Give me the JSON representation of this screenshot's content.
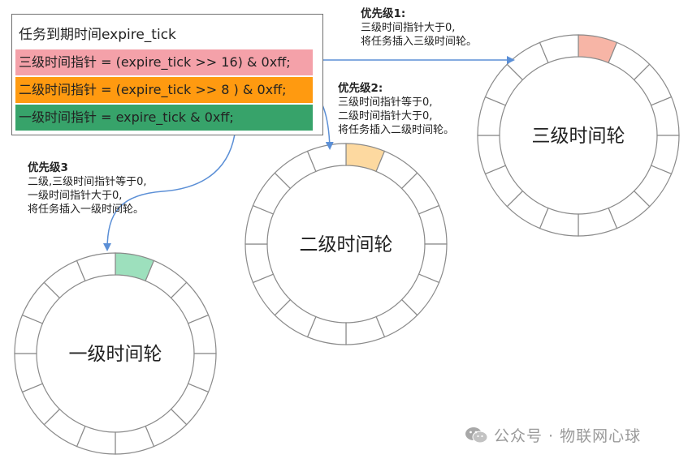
{
  "formula_box": {
    "title": "任务到期时间expire_tick",
    "rows": [
      {
        "text": "三级时间指针 = (expire_tick >> 16) & 0xff;",
        "color": "#f4a1a9"
      },
      {
        "text": "二级时间指针 = (expire_tick >> 8 ) & 0xff;",
        "color": "#ff9a10"
      },
      {
        "text": "一级时间指针 = expire_tick & 0xff;",
        "color": "#37a36a"
      }
    ]
  },
  "notes": [
    {
      "title": "优先级1:",
      "lines": [
        "三级时间指针大于0,",
        "将任务插入三级时间轮。"
      ]
    },
    {
      "title": "优先级2:",
      "lines": [
        "三级时间指针等于0,",
        "二级时间指针大于0,",
        "将任务插入二级时间轮。"
      ]
    },
    {
      "title": "优先级3",
      "lines": [
        "二级,三级时间指针等于0,",
        "一级时间指针大于0,",
        "将任务插入一级时间轮。"
      ]
    }
  ],
  "wheels": [
    {
      "label": "三级时间轮",
      "slots": 16,
      "highlight_slot": 0,
      "highlight_color": "#f7b5a6"
    },
    {
      "label": "二级时间轮",
      "slots": 16,
      "highlight_slot": 0,
      "highlight_color": "#fdd9a0"
    },
    {
      "label": "一级时间轮",
      "slots": 16,
      "highlight_slot": 0,
      "highlight_color": "#9de0bd"
    }
  ],
  "colors": {
    "arrow": "#5b8fd6",
    "wheel_stroke": "#8a8a8a",
    "box_border": "#6f6f6f"
  },
  "watermark": {
    "icon": "wechat-icon",
    "text": "公众号 · 物联网心球"
  }
}
